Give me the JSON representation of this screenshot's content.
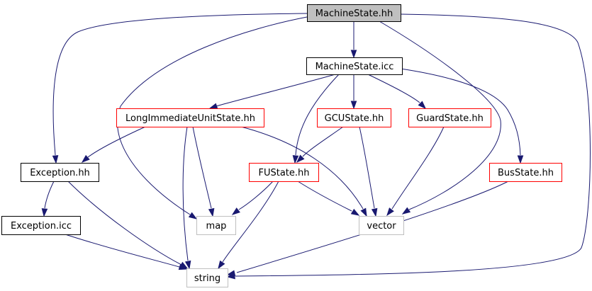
{
  "diagram": {
    "type": "include-dependency-graph",
    "edge_color": "#191970",
    "node_kinds": {
      "root": {
        "fill": "#bfbfbf",
        "stroke": "#000000"
      },
      "documented": {
        "fill": "#ffffff",
        "stroke": "#000000"
      },
      "partial": {
        "fill": "#ffffff",
        "stroke": "#ff0000"
      },
      "external": {
        "fill": "#ffffff",
        "stroke": "#bfbfbf"
      }
    },
    "nodes": [
      {
        "id": "machinestate_hh",
        "label": "MachineState.hh",
        "kind": "root"
      },
      {
        "id": "machinestate_icc",
        "label": "MachineState.icc",
        "kind": "documented"
      },
      {
        "id": "longimm",
        "label": "LongImmediateUnitState.hh",
        "kind": "partial"
      },
      {
        "id": "gcustate",
        "label": "GCUState.hh",
        "kind": "partial"
      },
      {
        "id": "guardstate",
        "label": "GuardState.hh",
        "kind": "partial"
      },
      {
        "id": "exception_hh",
        "label": "Exception.hh",
        "kind": "documented"
      },
      {
        "id": "fustate",
        "label": "FUState.hh",
        "kind": "partial"
      },
      {
        "id": "busstate",
        "label": "BusState.hh",
        "kind": "partial"
      },
      {
        "id": "exception_icc",
        "label": "Exception.icc",
        "kind": "documented"
      },
      {
        "id": "map",
        "label": "map",
        "kind": "external"
      },
      {
        "id": "vector",
        "label": "vector",
        "kind": "external"
      },
      {
        "id": "string",
        "label": "string",
        "kind": "external"
      }
    ],
    "edges": [
      {
        "from": "machinestate_hh",
        "to": "machinestate_icc"
      },
      {
        "from": "machinestate_hh",
        "to": "exception_hh"
      },
      {
        "from": "machinestate_hh",
        "to": "map"
      },
      {
        "from": "machinestate_hh",
        "to": "vector"
      },
      {
        "from": "machinestate_hh",
        "to": "string"
      },
      {
        "from": "machinestate_icc",
        "to": "longimm"
      },
      {
        "from": "machinestate_icc",
        "to": "gcustate"
      },
      {
        "from": "machinestate_icc",
        "to": "guardstate"
      },
      {
        "from": "machinestate_icc",
        "to": "fustate"
      },
      {
        "from": "machinestate_icc",
        "to": "busstate"
      },
      {
        "from": "longimm",
        "to": "exception_hh"
      },
      {
        "from": "longimm",
        "to": "map"
      },
      {
        "from": "longimm",
        "to": "vector"
      },
      {
        "from": "longimm",
        "to": "string"
      },
      {
        "from": "gcustate",
        "to": "fustate"
      },
      {
        "from": "gcustate",
        "to": "vector"
      },
      {
        "from": "guardstate",
        "to": "vector"
      },
      {
        "from": "fustate",
        "to": "map"
      },
      {
        "from": "fustate",
        "to": "vector"
      },
      {
        "from": "fustate",
        "to": "string"
      },
      {
        "from": "busstate",
        "to": "string"
      },
      {
        "from": "exception_hh",
        "to": "exception_icc"
      },
      {
        "from": "exception_hh",
        "to": "string"
      },
      {
        "from": "exception_icc",
        "to": "string"
      }
    ]
  }
}
